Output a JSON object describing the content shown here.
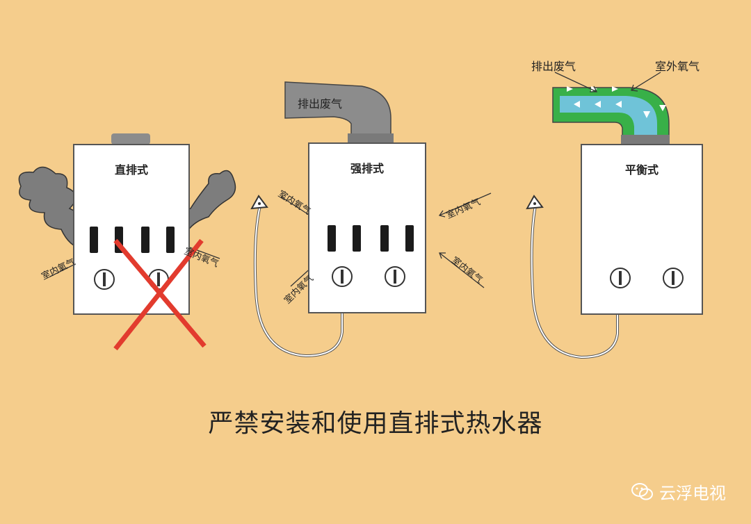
{
  "heaters": [
    {
      "label": "直排式"
    },
    {
      "label": "强排式"
    },
    {
      "label": "平衡式"
    }
  ],
  "labels": {
    "indoor_oxygen": "室内氧气",
    "exhaust": "排出废气",
    "outdoor_oxygen": "室外氧气"
  },
  "caption": "严禁安装和使用直排式热水器",
  "watermark": {
    "text": "云浮电视",
    "icon": "wechat-icon"
  },
  "colors": {
    "background": "#f5cd8c",
    "forbidden_x": "#e23b2e",
    "pipe": "#8c8c8c",
    "balanced_outer_pipe": "#38b048",
    "balanced_inner_pipe": "#6fc3d8",
    "smoke": "#7d7d7d"
  }
}
